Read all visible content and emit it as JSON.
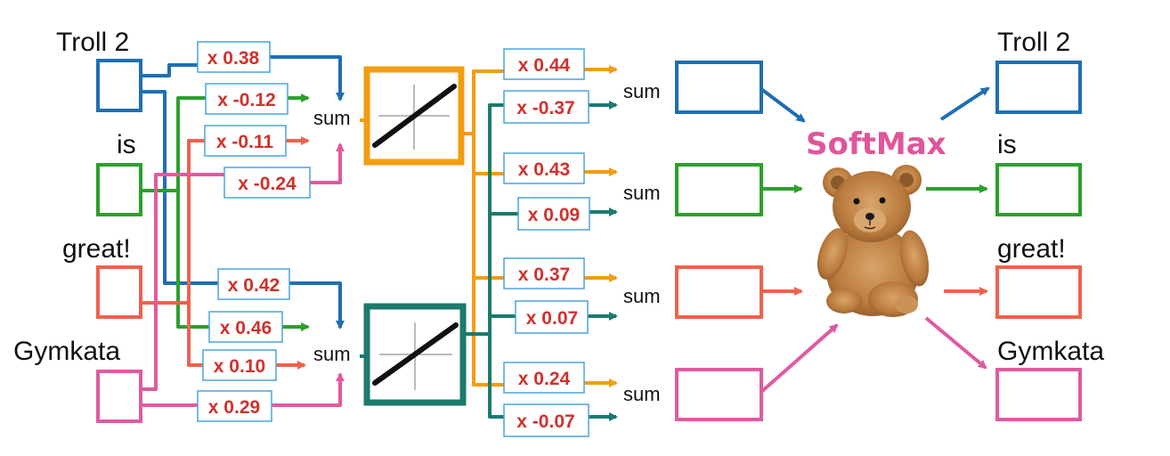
{
  "colors": {
    "blue": "#1f6fb2",
    "green": "#2ca02c",
    "red": "#f0624d",
    "pink": "#e05aa0",
    "orange": "#f39c12",
    "teal": "#1b7a6e",
    "weight_text": "#d0312d",
    "weight_box": "#4aa3df",
    "softmax": "#e0559a"
  },
  "inputs": [
    {
      "label": "Troll 2",
      "color": "blue"
    },
    {
      "label": "is",
      "color": "green"
    },
    {
      "label": "great!",
      "color": "red"
    },
    {
      "label": "Gymkata",
      "color": "pink"
    }
  ],
  "hidden_weights": {
    "top": [
      "x 0.38",
      "x -0.12",
      "x -0.11",
      "x -0.24"
    ],
    "bottom": [
      "x 0.42",
      "x 0.46",
      "x 0.10",
      "x 0.29"
    ]
  },
  "sum_label": "sum",
  "output_weights": [
    {
      "orange": "x 0.44",
      "teal": "x -0.37"
    },
    {
      "orange": "x 0.43",
      "teal": "x 0.09"
    },
    {
      "orange": "x 0.37",
      "teal": "x 0.07"
    },
    {
      "orange": "x 0.24",
      "teal": "x -0.07"
    }
  ],
  "softmax_label": "SoftMax",
  "outputs": [
    {
      "label": "Troll 2",
      "color": "blue"
    },
    {
      "label": "is",
      "color": "green"
    },
    {
      "label": "great!",
      "color": "red"
    },
    {
      "label": "Gymkata",
      "color": "pink"
    }
  ],
  "icons": {
    "activation": "identity-activation-icon",
    "softmax_mascot": "teddy-bear-icon"
  }
}
